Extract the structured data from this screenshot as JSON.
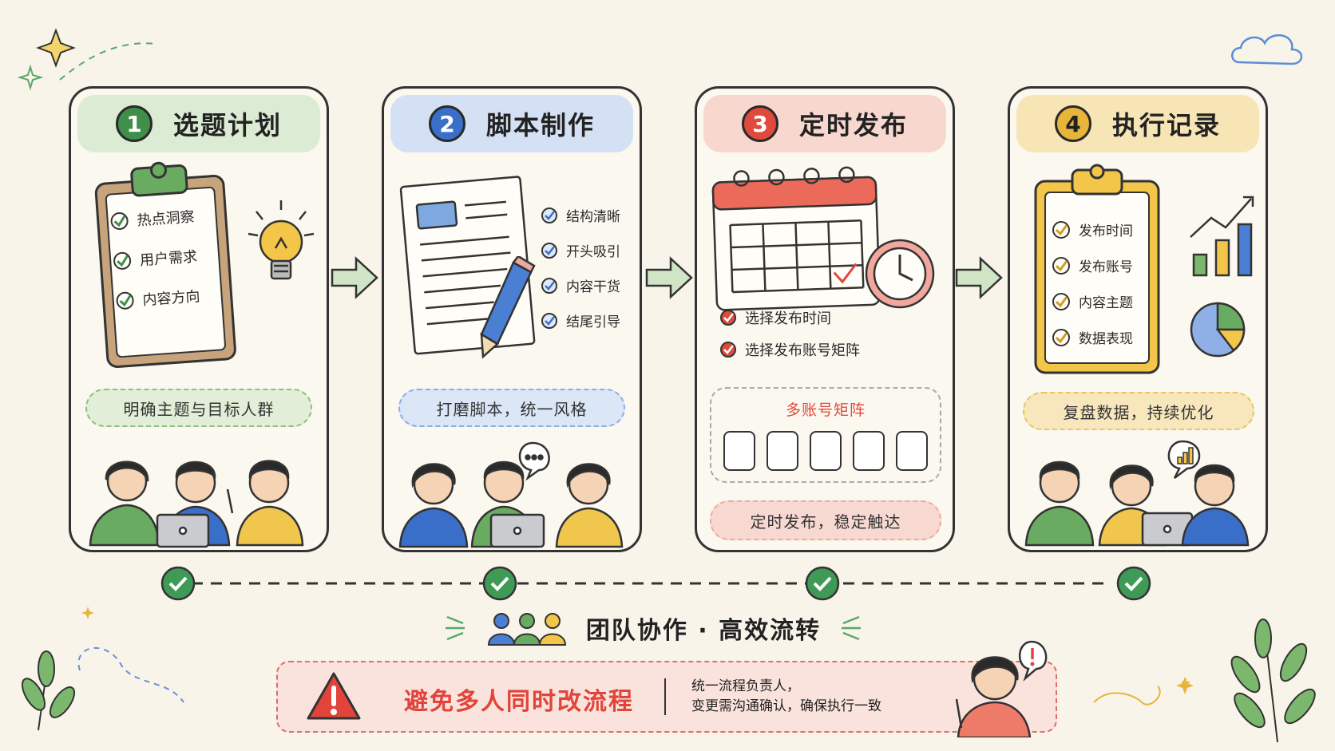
{
  "steps": [
    {
      "number": "1",
      "title": "选题计划",
      "checklist": [
        "热点洞察",
        "用户需求",
        "内容方向"
      ],
      "summary": "明确主题与目标人群",
      "color": "#3f8f4a",
      "head_bg": "#dcebd3"
    },
    {
      "number": "2",
      "title": "脚本制作",
      "checklist": [
        "结构清晰",
        "开头吸引",
        "内容干货",
        "结尾引导"
      ],
      "summary": "打磨脚本，统一风格",
      "color": "#3a6fc9",
      "head_bg": "#d4e1f4"
    },
    {
      "number": "3",
      "title": "定时发布",
      "checklist": [
        "选择发布时间",
        "选择发布账号矩阵"
      ],
      "matrix_label": "多账号矩阵",
      "summary": "定时发布，稳定触达",
      "color": "#e04a3c",
      "head_bg": "#f8d7cf"
    },
    {
      "number": "4",
      "title": "执行记录",
      "checklist": [
        "发布时间",
        "发布账号",
        "内容主题",
        "数据表现"
      ],
      "summary": "复盘数据，持续优化",
      "color": "#e8b53a",
      "head_bg": "#f8e5b5"
    }
  ],
  "team": {
    "label": "团队协作 · 高效流转",
    "icon": "team-icon"
  },
  "warning": {
    "title": "避免多人同时改流程",
    "detail_line1": "统一流程负责人，",
    "detail_line2": "变更需沟通确认，确保执行一致",
    "icon": "warning-icon",
    "color": "#e0443a"
  }
}
